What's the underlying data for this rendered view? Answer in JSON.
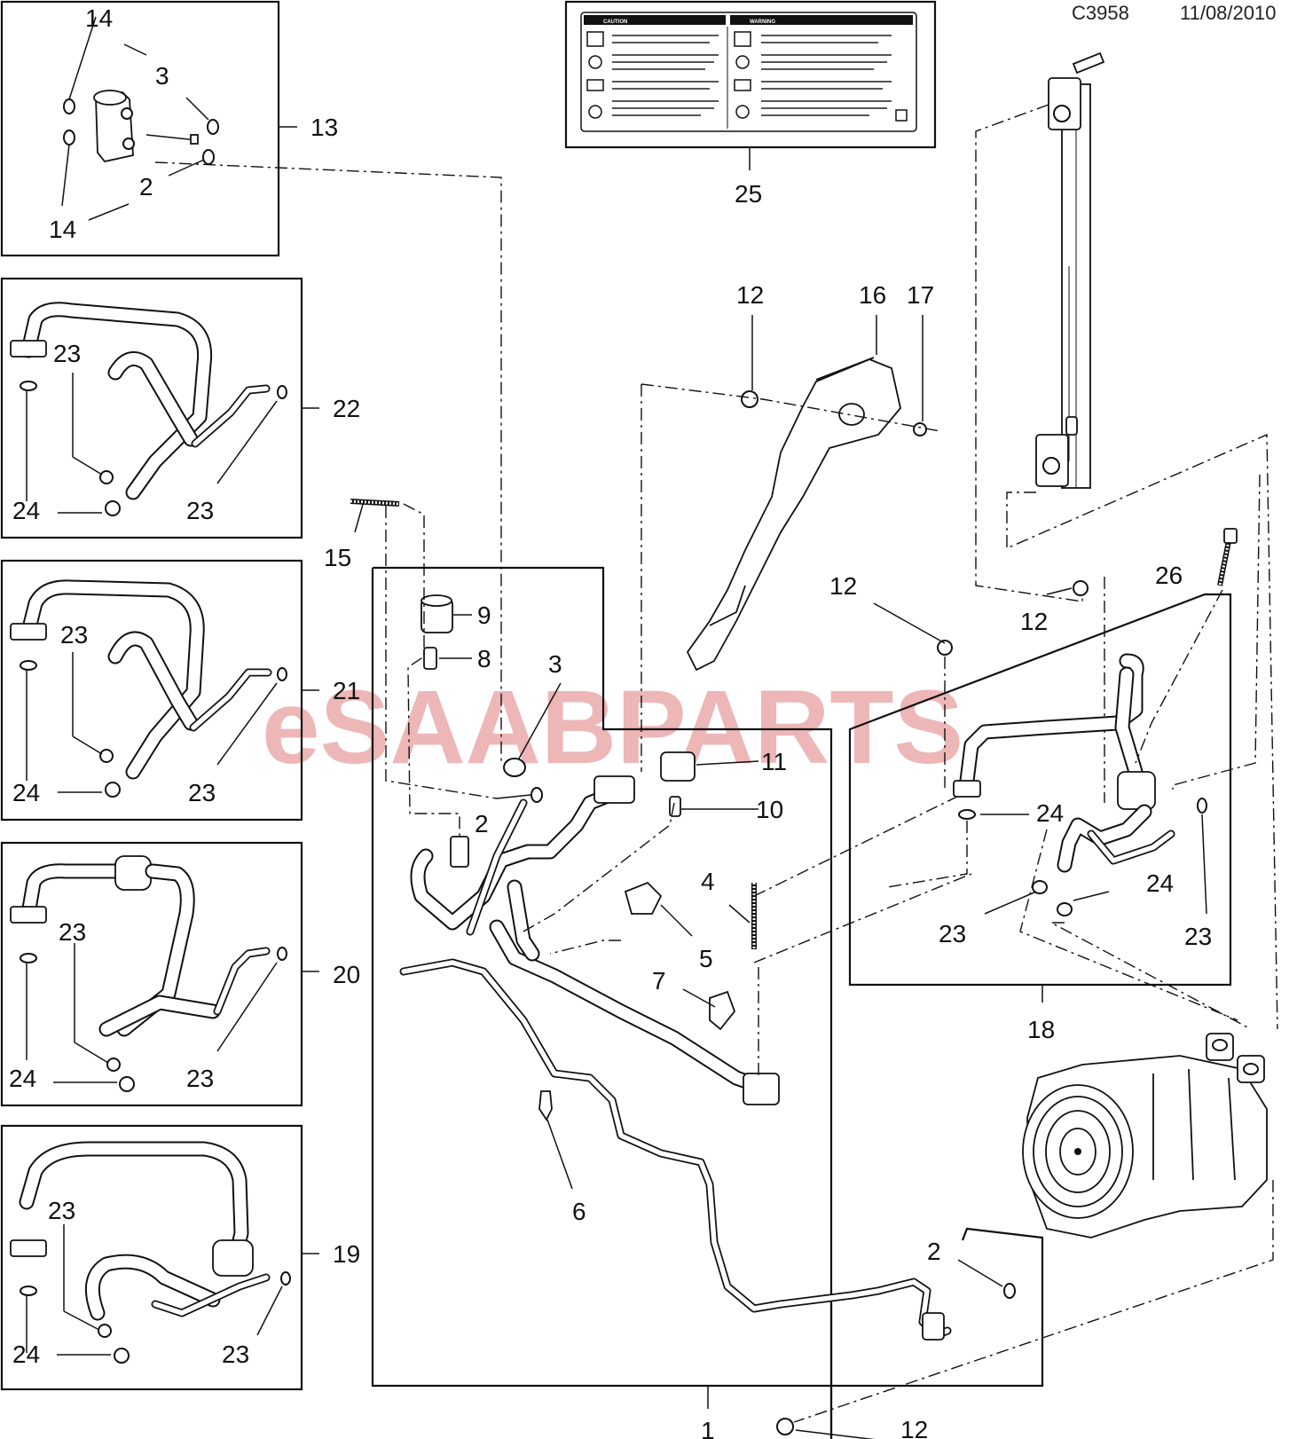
{
  "header": {
    "drawing_code": "C3958",
    "date": "11/08/2010"
  },
  "watermark": {
    "text": "eSAABPARTS",
    "color": "#e8a0a0"
  },
  "label_box": {
    "caution": "CAUTION",
    "warning": "WARNING"
  },
  "callouts": {
    "c1": "1",
    "c2a": "2",
    "c2b": "2",
    "c2c": "2",
    "c3a": "3",
    "c3b": "3",
    "c4": "4",
    "c5": "5",
    "c6": "6",
    "c7": "7",
    "c8": "8",
    "c9": "9",
    "c10": "10",
    "c11": "11",
    "c12a": "12",
    "c12b": "12",
    "c12c": "12",
    "c12d": "12",
    "c13": "13",
    "c14a": "14",
    "c14b": "14",
    "c15": "15",
    "c16": "16",
    "c17": "17",
    "c18": "18",
    "c19": "19",
    "c20": "20",
    "c21": "21",
    "c22": "22",
    "c23a": "23",
    "c23b": "23",
    "c23c": "23",
    "c23d": "23",
    "c23e": "23",
    "c23f": "23",
    "c23g": "23",
    "c23h": "23",
    "c23i": "23",
    "c23j": "23",
    "c24a": "24",
    "c24b": "24",
    "c24c": "24",
    "c24d": "24",
    "c24e": "24",
    "c24f": "24",
    "c25": "25",
    "c26": "26"
  }
}
